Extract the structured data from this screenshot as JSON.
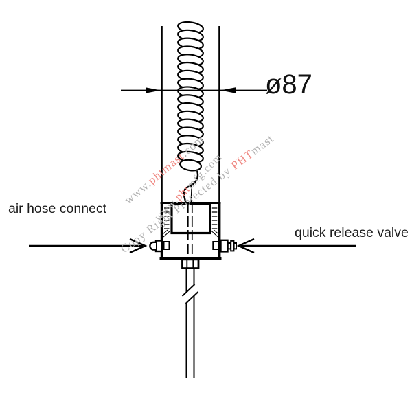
{
  "diagram": {
    "dimension_label": "ø87",
    "left_label": "air hose connect",
    "right_label": "quick release valve"
  },
  "watermarks": {
    "wm1": {
      "prefix": "www.",
      "highlight": "phtmast",
      "suffix": ".com"
    },
    "wm2": {
      "prefix": "www.",
      "highlight": "pht",
      "suffix": "mfg.com"
    },
    "wm3": {
      "prefix": "Copy Right Protected by ",
      "highlight": "PHT",
      "suffix": "mast"
    }
  },
  "colors": {
    "line": "#000000",
    "label_text": "#1c1c1c",
    "watermark_gray": "#b2b2b2",
    "watermark_red": "#ef8680"
  }
}
